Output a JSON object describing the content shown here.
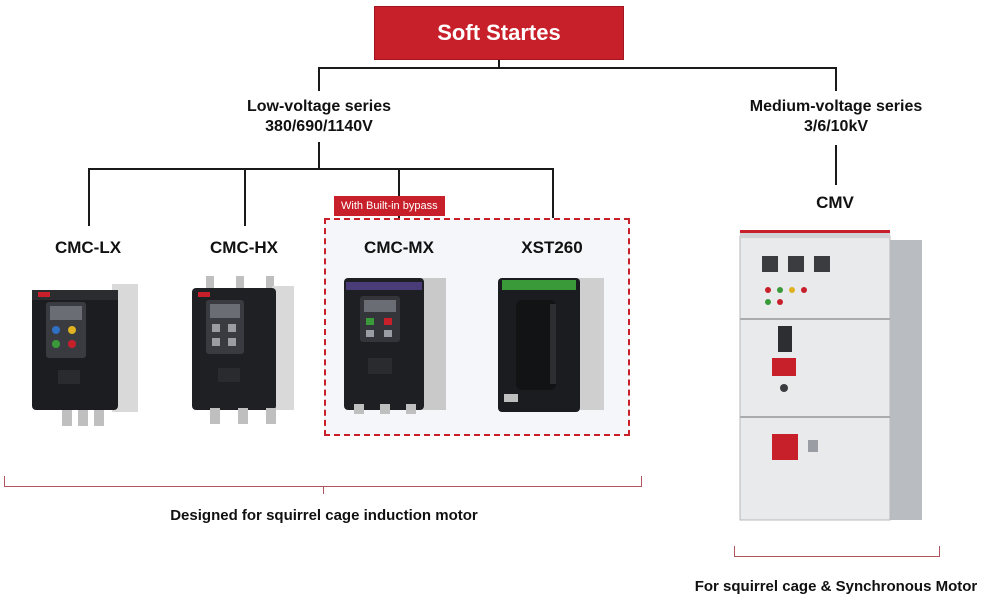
{
  "title": "Soft Startes",
  "low_voltage": {
    "name": "Low-voltage series",
    "voltage": "380/690/1140V"
  },
  "medium_voltage": {
    "name": "Medium-voltage series",
    "voltage": "3/6/10kV"
  },
  "bypass_tag": "With Built-in bypass",
  "models": {
    "lx": "CMC-LX",
    "hx": "CMC-HX",
    "mx": "CMC-MX",
    "xst": "XST260",
    "cmv": "CMV"
  },
  "captions": {
    "low": "Designed for squirrel cage induction motor",
    "medium": "For squirrel cage & Synchronous Motor"
  },
  "colors": {
    "accent": "#c8202b",
    "line": "#1a1a1a",
    "bracket": "#b0565c"
  }
}
